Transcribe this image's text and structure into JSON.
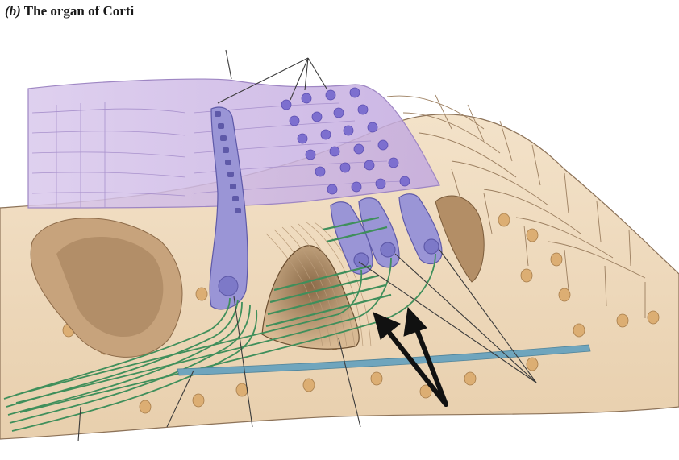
{
  "figure": {
    "part_label": "(b)",
    "title": "The organ of Corti"
  },
  "colors": {
    "tectorial_membrane": "#c9b3e3",
    "hair_cell": "#9a95d6",
    "hair_cell_nucleus": "#7d79c8",
    "nerve_fiber": "#3f8f5b",
    "basilar_membrane": "#6fa5bd",
    "support_tissue": "#f0dcc0",
    "cell_nucleus": "#d9ad74",
    "arrow": "#111111"
  },
  "icons": [
    "black-arrow"
  ]
}
